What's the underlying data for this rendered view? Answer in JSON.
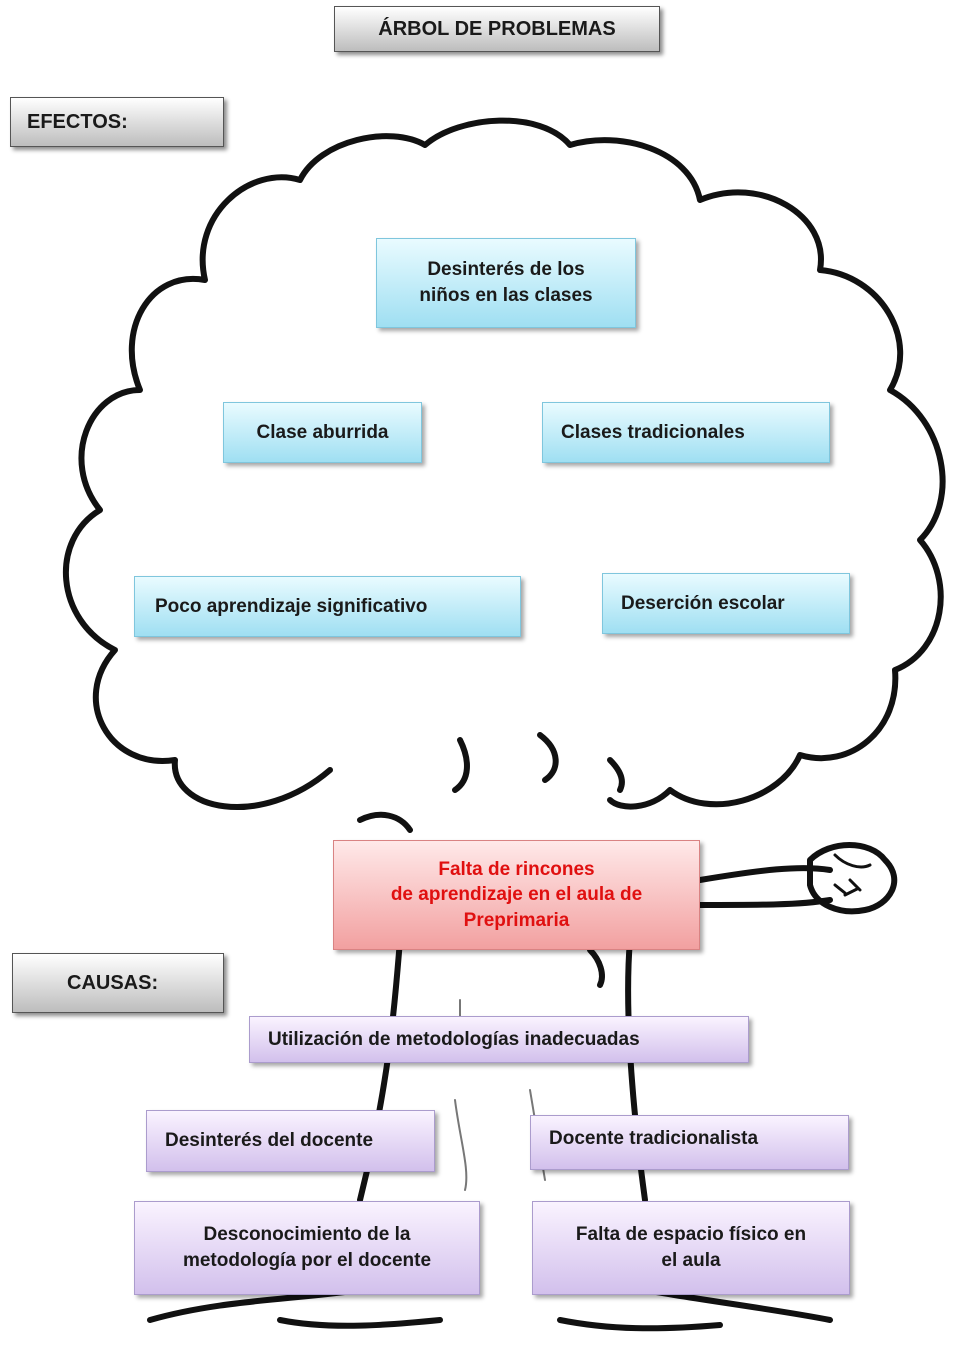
{
  "title": "ÁRBOL DE PROBLEMAS",
  "effects_label": "EFECTOS:",
  "causes_label": "CAUSAS:",
  "effects": [
    "Desinterés de los\nniños en las clases",
    "Clase aburrida",
    "Clases tradicionales",
    "Poco aprendizaje significativo",
    "Deserción escolar"
  ],
  "central_problem": "Falta de rincones\nde aprendizaje en el aula de\nPreprimaria",
  "causes": [
    "Utilización de metodologías inadecuadas",
    "Desinterés del docente",
    "Docente tradicionalista",
    "Desconocimiento de la\nmetodología por el docente",
    "Falta de espacio físico en\nel aula"
  ],
  "colors": {
    "effects": "#a8e2f4",
    "central_problem_text": "#e01010",
    "central_problem_fill": "#f2a8a8",
    "causes": "#d6c5ee",
    "labels": "#c8c8c8"
  }
}
